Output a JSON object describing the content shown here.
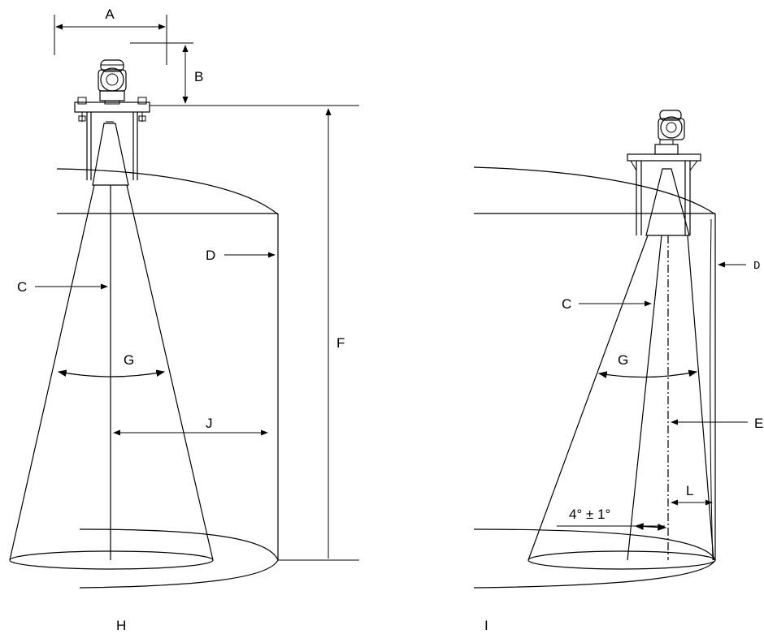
{
  "labels": {
    "A": "A",
    "B": "B",
    "C_left": "C",
    "D_left": "D",
    "F": "F",
    "G_left": "G",
    "J": "J",
    "H": "H",
    "C_right": "C",
    "D_right": "D",
    "G_right": "G",
    "E": "E",
    "L": "L",
    "angle": "4° ± 1°",
    "I": "I"
  }
}
